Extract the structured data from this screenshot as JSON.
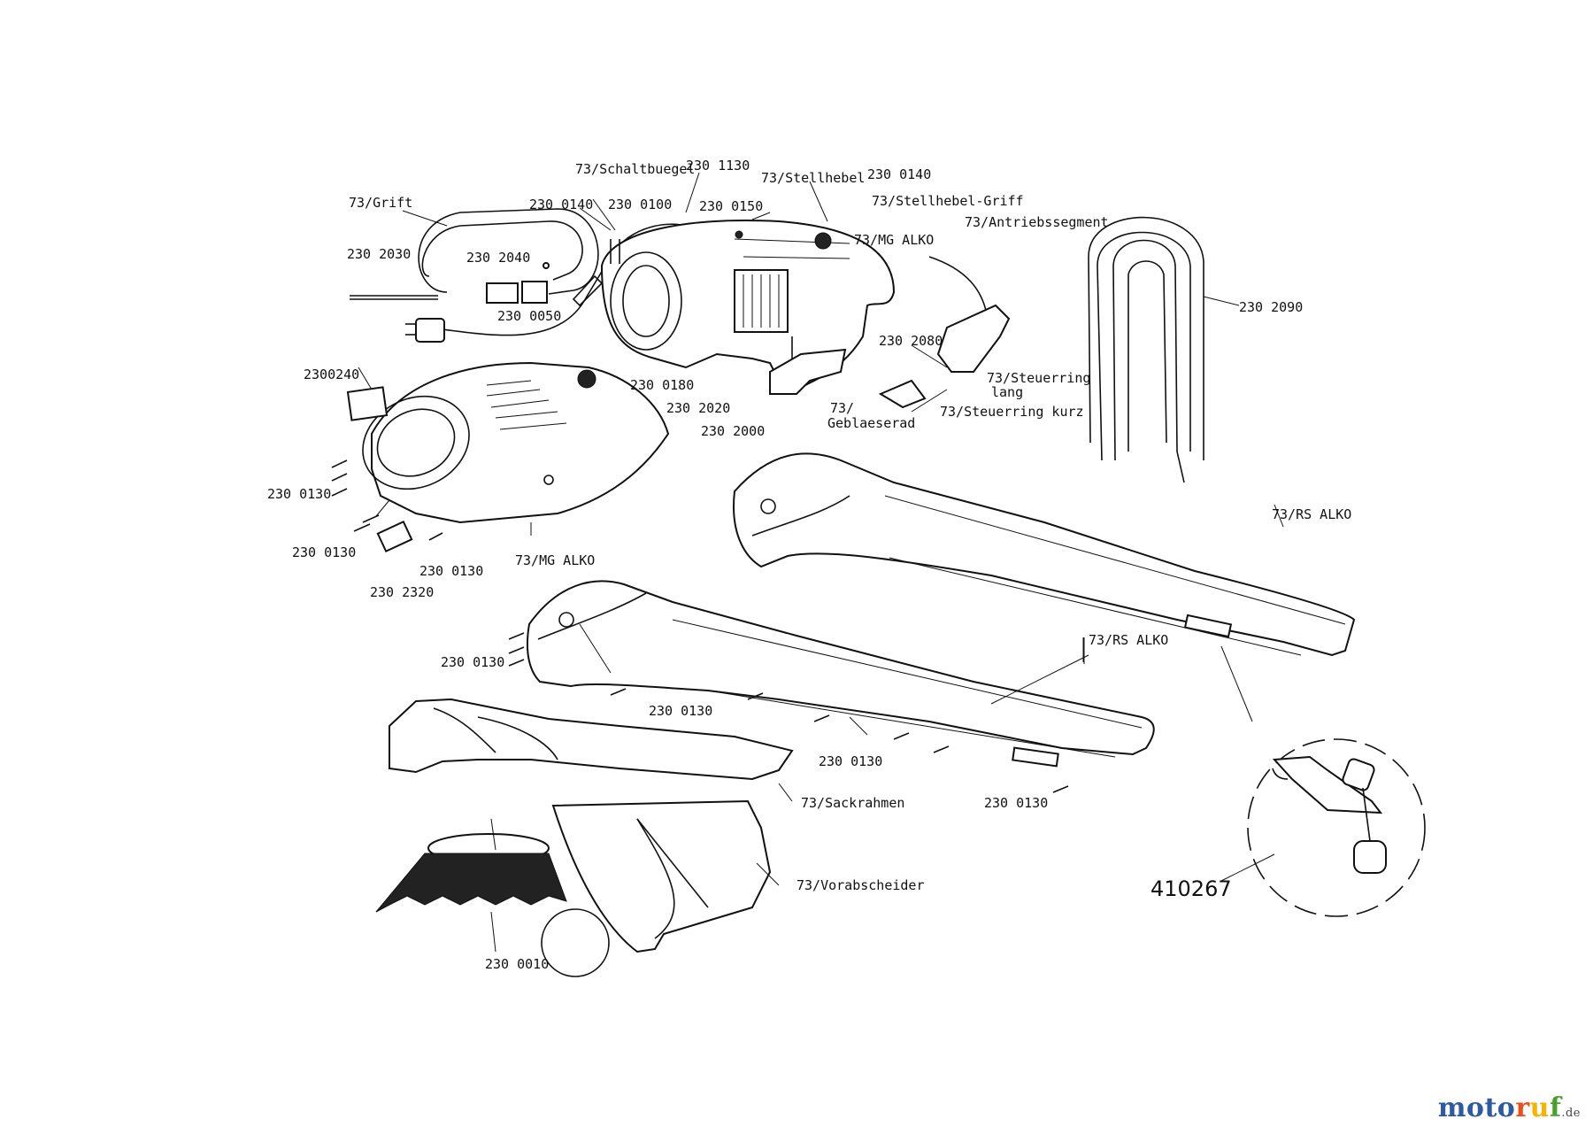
{
  "labels": [
    {
      "id": "schaltbuegel",
      "text": "73/Schaltbuegel"
    },
    {
      "id": "p2301130",
      "text": "230 1130"
    },
    {
      "id": "stellhebel",
      "text": "73/Stellhebel"
    },
    {
      "id": "p2300140a",
      "text": "230 0140"
    },
    {
      "id": "stellhebel_griff",
      "text": "73/Stellhebel-Griff"
    },
    {
      "id": "grift",
      "text": "73/Grift"
    },
    {
      "id": "p2300140b",
      "text": "230 0140"
    },
    {
      "id": "p2300100",
      "text": "230 0100"
    },
    {
      "id": "p2300150",
      "text": "230 0150"
    },
    {
      "id": "mg_alko_top",
      "text": "73/MG ALKO"
    },
    {
      "id": "antriebssegment",
      "text": "73/Antriebssegment"
    },
    {
      "id": "p2302030",
      "text": "230 2030"
    },
    {
      "id": "p2302040",
      "text": "230 2040"
    },
    {
      "id": "p2300050",
      "text": "230 0050"
    },
    {
      "id": "p2302090",
      "text": "230 2090"
    },
    {
      "id": "p2302080",
      "text": "230 2080"
    },
    {
      "id": "p2300240",
      "text": "2300240"
    },
    {
      "id": "p2300180",
      "text": "230 0180"
    },
    {
      "id": "steuerring_lang",
      "text": "73/Steuerring"
    },
    {
      "id": "steuerring_lang2",
      "text": "lang"
    },
    {
      "id": "p2302020",
      "text": "230 2020"
    },
    {
      "id": "geblaeserad",
      "text": "73/"
    },
    {
      "id": "geblaeserad2",
      "text": "Geblaeserad"
    },
    {
      "id": "steuerring_kurz",
      "text": "73/Steuerring kurz"
    },
    {
      "id": "p2302000",
      "text": "230 2000"
    },
    {
      "id": "p2300130a",
      "text": "230 0130"
    },
    {
      "id": "p2300130b",
      "text": "230 0130"
    },
    {
      "id": "p2300130c",
      "text": "230 0130"
    },
    {
      "id": "p2302320",
      "text": "230 2320"
    },
    {
      "id": "mg_alko_bottom",
      "text": "73/MG ALKO"
    },
    {
      "id": "rs_alko_right",
      "text": "73/RS ALKO"
    },
    {
      "id": "p2300130d",
      "text": "230 0130"
    },
    {
      "id": "rs_alko_mid",
      "text": "73/RS ALKO"
    },
    {
      "id": "p2300130e",
      "text": "230 0130"
    },
    {
      "id": "p2300130f",
      "text": "230 0130"
    },
    {
      "id": "p2300130g",
      "text": "230 0130"
    },
    {
      "id": "sackrahmen",
      "text": "73/Sackrahmen"
    },
    {
      "id": "vorabscheider",
      "text": "73/Vorabscheider"
    },
    {
      "id": "p2300010",
      "text": "230 0010"
    },
    {
      "id": "drawing_no",
      "text": "410267"
    }
  ],
  "brand": {
    "m1": "moto",
    "m2": "r",
    "m3": "u",
    "m4": "f",
    "tld": ".de"
  }
}
